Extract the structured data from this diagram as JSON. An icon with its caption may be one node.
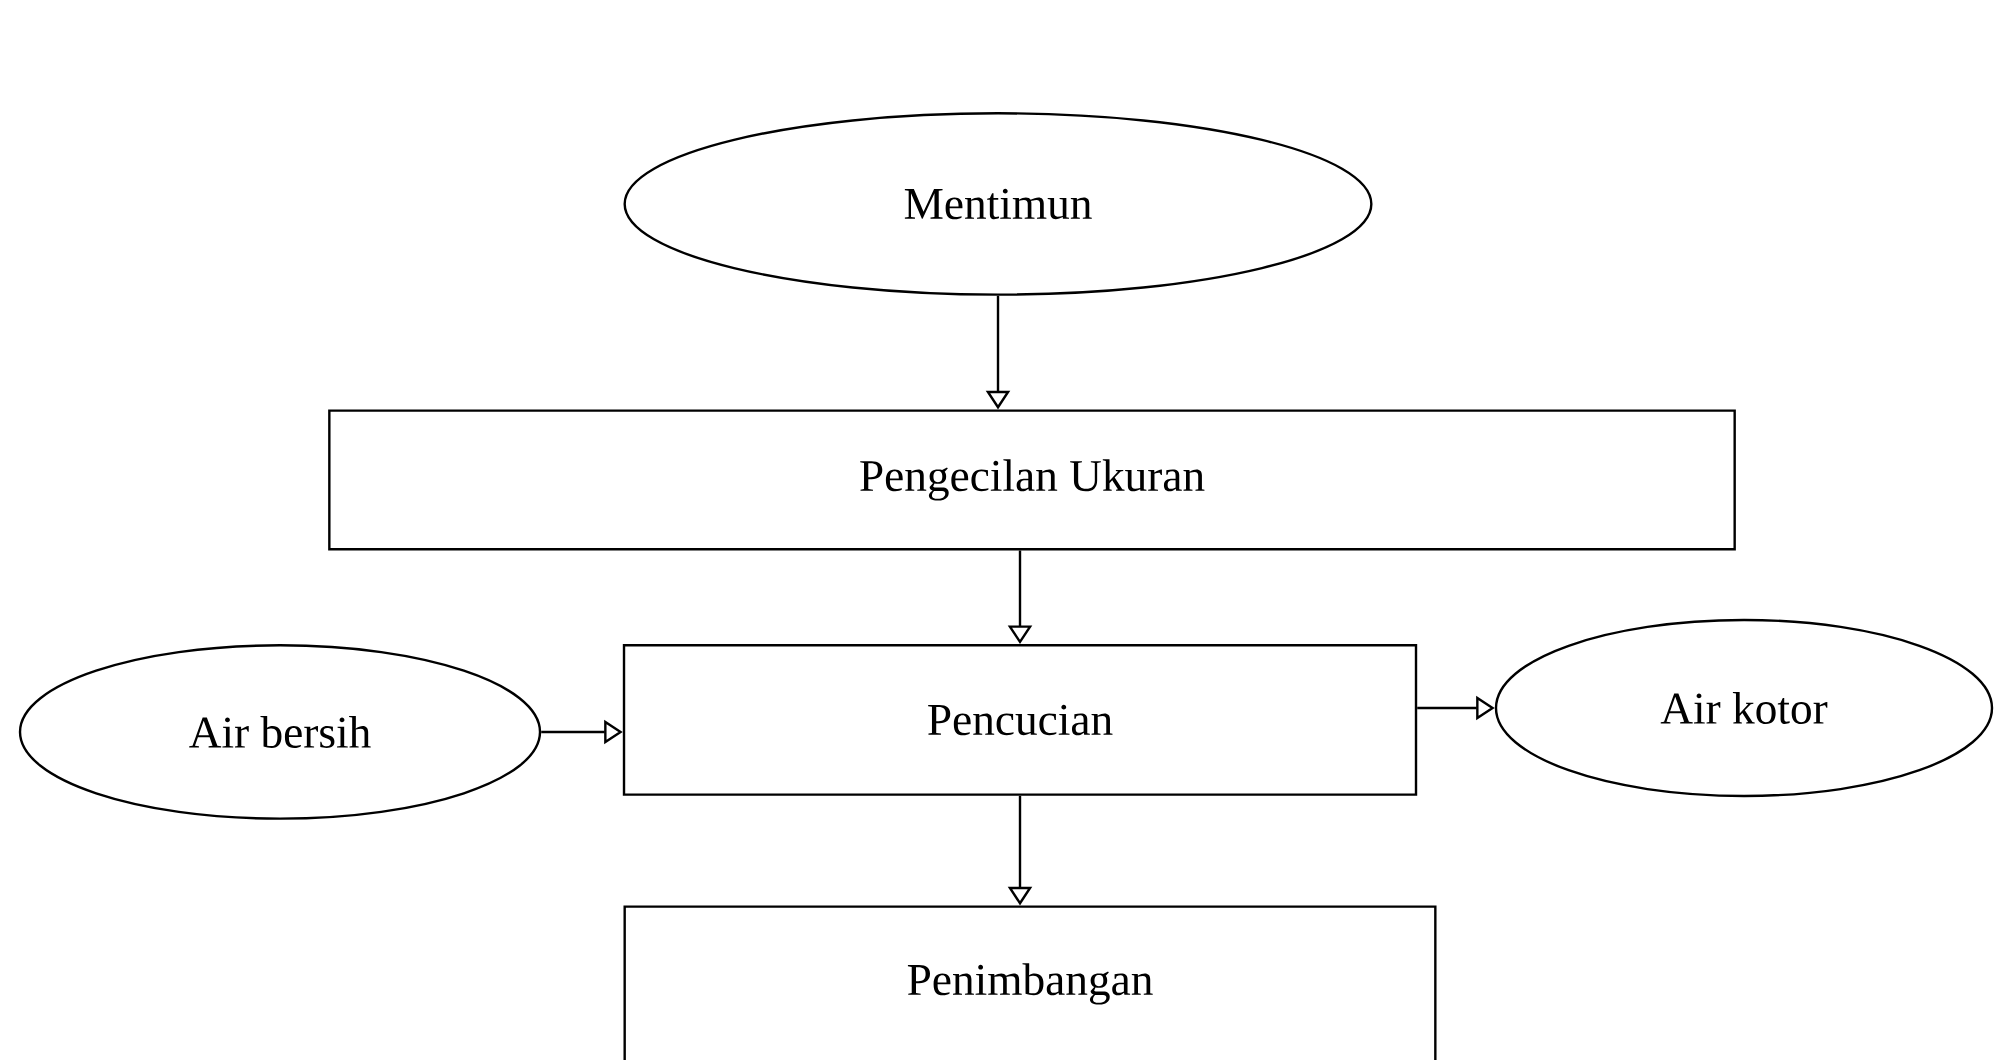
{
  "diagram": {
    "nodes": [
      {
        "text": [
          "Mentimun"
        ]
      },
      {
        "text": [
          "Pengecilan Ukuran"
        ]
      },
      {
        "text": [
          "Pencucian"
        ]
      },
      {
        "text": [
          "Air bersih"
        ]
      },
      {
        "text": [
          "Air kotor"
        ]
      },
      {
        "text": [
          "Penimbangan"
        ]
      }
    ],
    "edges": [
      {
        "from": 0,
        "to": 1,
        "arrow": "to"
      },
      {
        "from": 1,
        "to": 2,
        "arrow": "to"
      },
      {
        "from": 3,
        "to": 2,
        "arrow": "to"
      },
      {
        "from": 2,
        "to": 4,
        "arrow": "to"
      },
      {
        "from": 2,
        "to": 5,
        "arrow": "to"
      }
    ]
  }
}
